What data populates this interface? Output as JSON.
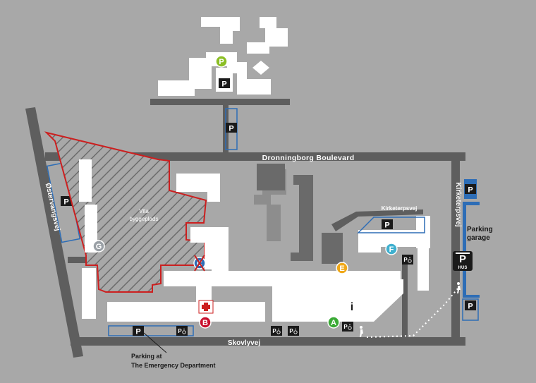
{
  "streets": {
    "dronningborg": "Dronningborg Boulevard",
    "ostervangsvej": "Østervangsvej",
    "kirketerpsvej_a": "Kirketerpsvej",
    "kirketerpsvej_b": "Kirketerpsvej",
    "skovlyvej": "Skovlyvej"
  },
  "site": {
    "line1": "Vita",
    "line2": "byggeplads"
  },
  "garage": {
    "line1": "Parking",
    "line2": "garage",
    "icon_label": "HUS"
  },
  "emergency": {
    "line1": "Parking at",
    "line2": "The Emergency Department"
  },
  "parking_letter": "P",
  "info_letter": "i",
  "entrances": {
    "a": {
      "letter": "A",
      "color": "#3aaa35"
    },
    "b": {
      "letter": "B",
      "color": "#c8102e"
    },
    "c": {
      "letter": "C",
      "color": "#2d6db6"
    },
    "e": {
      "letter": "E",
      "color": "#f0a818"
    },
    "f": {
      "letter": "F",
      "color": "#3fb0cf"
    },
    "g": {
      "letter": "G",
      "color": "#9aa0a6"
    },
    "p": {
      "letter": "P",
      "color": "#8cbf26"
    }
  },
  "colors": {
    "background": "#a8a8a8",
    "road": "#5e5e5e",
    "building": "#ffffff",
    "construction_outline": "#cc1f1f",
    "lot_outline": "#2d6db6",
    "garage_blue": "#2d6db6"
  },
  "icons": {
    "parking": "parking-icon",
    "disabled_parking": "disabled-parking-icon",
    "emergency": "red-cross-icon",
    "information": "info-icon",
    "pedestrian": "pedestrian-icon",
    "garage": "parking-garage-icon"
  }
}
